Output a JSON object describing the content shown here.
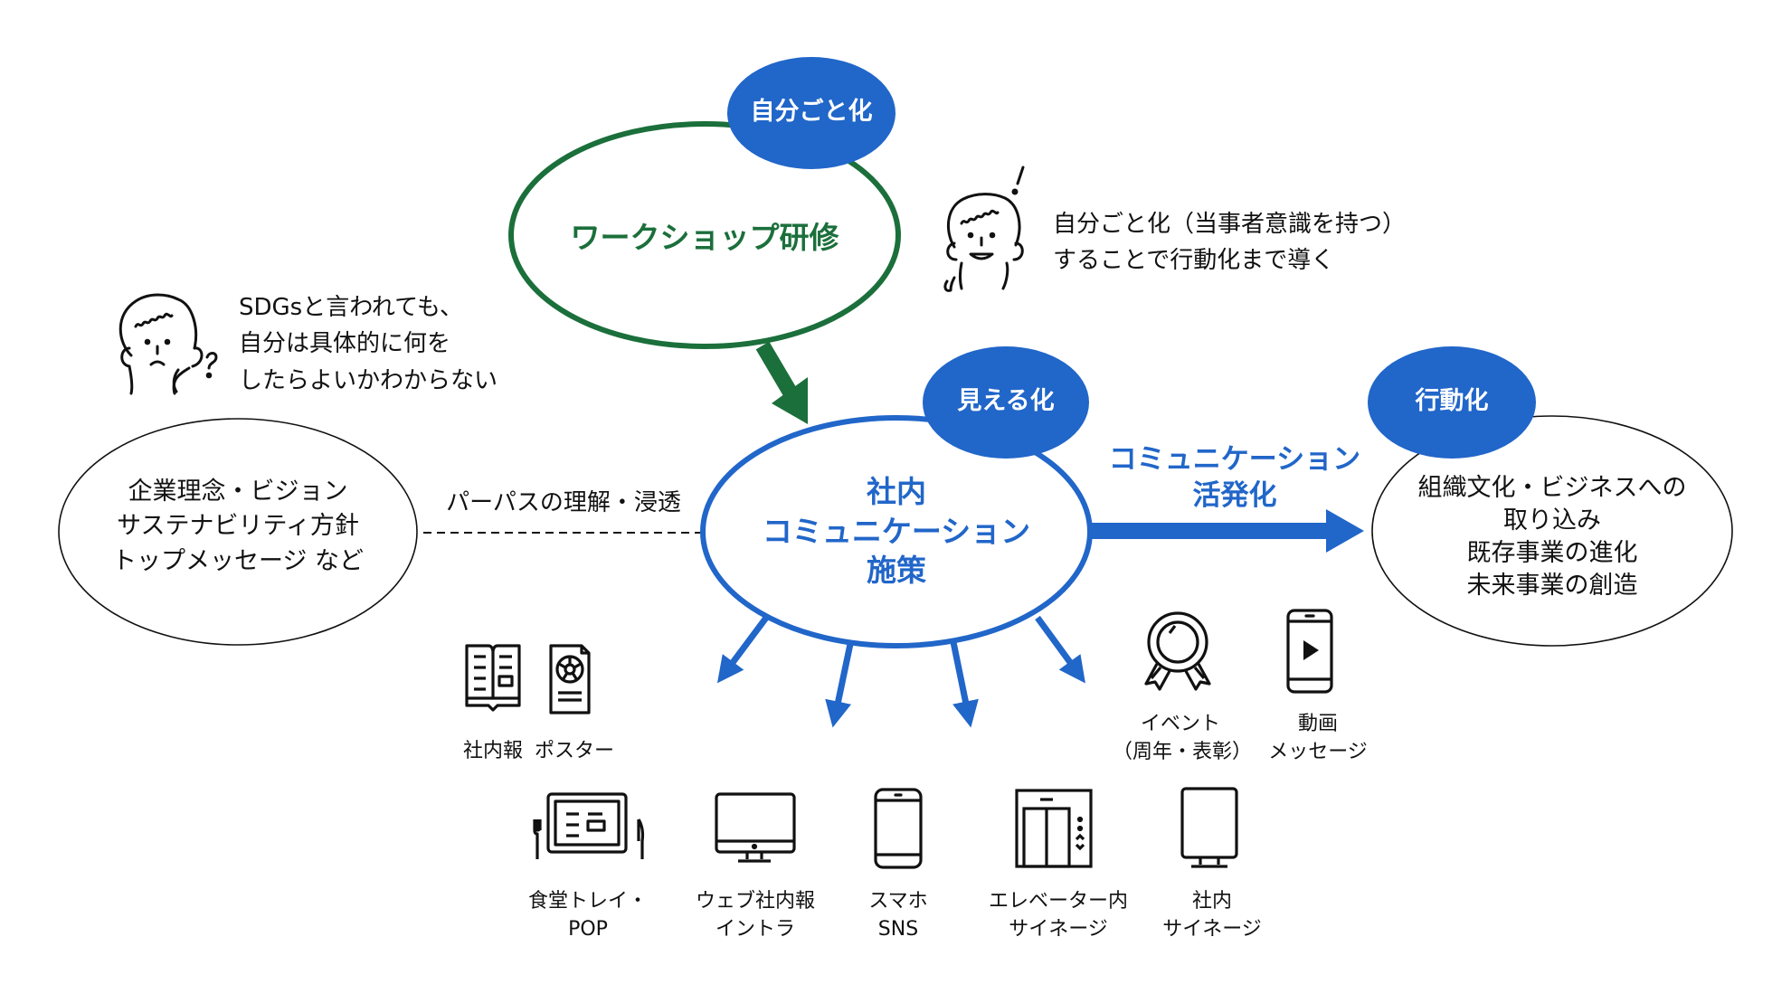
{
  "colors": {
    "brand_blue": "#2166c9",
    "workshop_green": "#1b6f3b",
    "ink": "#111111",
    "badge_text": "#ffffff"
  },
  "workshop": {
    "badge": "自分ごと化",
    "title": "ワークショップ研修"
  },
  "note_confused": {
    "icon": "confused-person-icon",
    "lines": [
      "SDGsと言われても、",
      "自分は具体的に何を",
      "したらよいかわからない"
    ]
  },
  "note_happy": {
    "icon": "happy-person-icon",
    "lines": [
      "自分ごと化（当事者意識を持つ）",
      "することで行動化まで導く"
    ]
  },
  "purpose": {
    "lines": [
      "企業理念・ビジョン",
      "サステナビリティ方針",
      "トップメッセージ など"
    ],
    "link_label": "パーパスの理解・浸透"
  },
  "center": {
    "badge": "見える化",
    "lines": [
      "社内",
      "コミュニケーション",
      "施策"
    ]
  },
  "activation": {
    "arrow_label_lines": [
      "コミュニケーション",
      "活発化"
    ]
  },
  "action": {
    "badge": "行動化",
    "lines": [
      "組織文化・ビジネスへの",
      "取り込み",
      "既存事業の進化",
      "未来事業の創造"
    ]
  },
  "channels": [
    {
      "icon": "open-book-icon",
      "lines": [
        "社内報"
      ]
    },
    {
      "icon": "poster-icon",
      "lines": [
        "ポスター"
      ]
    },
    {
      "icon": "medal-icon",
      "lines": [
        "イベント",
        "（周年・表彰）"
      ]
    },
    {
      "icon": "video-phone-icon",
      "lines": [
        "動画",
        "メッセージ"
      ]
    },
    {
      "icon": "cafeteria-tray-icon",
      "lines": [
        "食堂トレイ・",
        "POP"
      ]
    },
    {
      "icon": "monitor-icon",
      "lines": [
        "ウェブ社内報",
        "イントラ"
      ]
    },
    {
      "icon": "smartphone-icon",
      "lines": [
        "スマホ",
        "SNS"
      ]
    },
    {
      "icon": "elevator-icon",
      "lines": [
        "エレベーター内",
        "サイネージ"
      ]
    },
    {
      "icon": "signage-icon",
      "lines": [
        "社内",
        "サイネージ"
      ]
    }
  ]
}
